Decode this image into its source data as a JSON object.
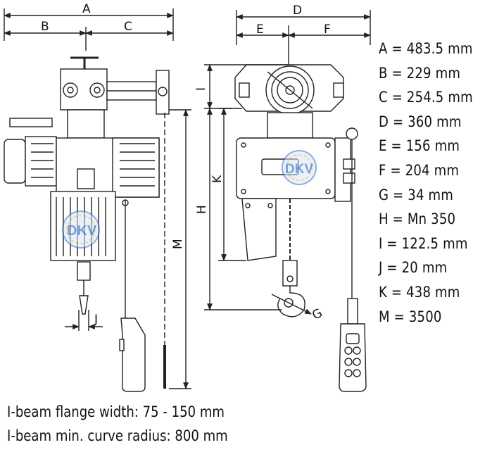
{
  "diagram": {
    "dimension_labels": {
      "A": "A",
      "B": "B",
      "C": "C",
      "D": "D",
      "E": "E",
      "F": "F",
      "G": "G",
      "H": "H",
      "I": "I",
      "J": "J",
      "K": "K",
      "M": "M"
    },
    "watermark_text": "DKV",
    "specs": [
      "A = 483.5 mm",
      "B = 229 mm",
      "C = 254.5 mm",
      "D = 360 mm",
      "E = 156 mm",
      "F = 204 mm",
      "G = 34 mm",
      "H = Mn 350",
      "I = 122.5 mm",
      "J = 20 mm",
      "K = 438 mm",
      "M = 3500"
    ],
    "notes": [
      "I-beam flange width: 75 - 150 mm",
      "I-beam min. curve radius: 800 mm"
    ]
  },
  "colors": {
    "line": "#222222",
    "watermark_blue": "#2f6fc0",
    "watermark_gold": "#d9b44a"
  }
}
